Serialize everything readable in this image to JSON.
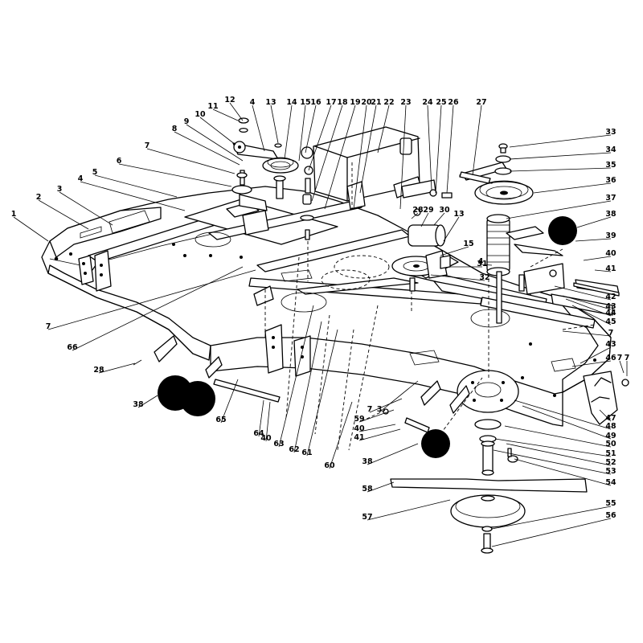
{
  "callouts": [
    {
      "text": "1"
    },
    {
      "text": "2"
    },
    {
      "text": "3"
    },
    {
      "text": "4"
    },
    {
      "text": "5"
    },
    {
      "text": "6"
    },
    {
      "text": "7"
    },
    {
      "text": "8"
    },
    {
      "text": "9"
    },
    {
      "text": "10"
    },
    {
      "text": "11"
    },
    {
      "text": "12"
    },
    {
      "text": "4"
    },
    {
      "text": "13"
    },
    {
      "text": "14"
    },
    {
      "text": "15"
    },
    {
      "text": "16"
    },
    {
      "text": "17"
    },
    {
      "text": "18"
    },
    {
      "text": "19"
    },
    {
      "text": "20"
    },
    {
      "text": "21"
    },
    {
      "text": "22"
    },
    {
      "text": "23"
    },
    {
      "text": "24"
    },
    {
      "text": "25"
    },
    {
      "text": "26"
    },
    {
      "text": "27"
    },
    {
      "text": "33"
    },
    {
      "text": "34"
    },
    {
      "text": "35"
    },
    {
      "text": "36"
    },
    {
      "text": "37"
    },
    {
      "text": "38"
    },
    {
      "text": "39"
    },
    {
      "text": "40"
    },
    {
      "text": "41"
    },
    {
      "text": "42"
    },
    {
      "text": "43"
    },
    {
      "text": "44"
    },
    {
      "text": "45"
    },
    {
      "text": "7"
    },
    {
      "text": "43"
    },
    {
      "text": "46"
    },
    {
      "text": "7"
    },
    {
      "text": "47"
    },
    {
      "text": "48"
    },
    {
      "text": "49"
    },
    {
      "text": "50"
    },
    {
      "text": "51"
    },
    {
      "text": "52"
    },
    {
      "text": "53"
    },
    {
      "text": "54"
    },
    {
      "text": "55"
    },
    {
      "text": "56"
    },
    {
      "text": "57"
    },
    {
      "text": "58"
    },
    {
      "text": "38"
    },
    {
      "text": "41"
    },
    {
      "text": "40"
    },
    {
      "text": "59"
    },
    {
      "text": "7"
    },
    {
      "text": "3"
    },
    {
      "text": "60"
    },
    {
      "text": "61"
    },
    {
      "text": "62"
    },
    {
      "text": "63"
    },
    {
      "text": "64"
    },
    {
      "text": "40"
    },
    {
      "text": "65"
    },
    {
      "text": "38"
    },
    {
      "text": "28"
    },
    {
      "text": "66"
    },
    {
      "text": "7"
    },
    {
      "text": "28"
    },
    {
      "text": "29"
    },
    {
      "text": "30"
    },
    {
      "text": "13"
    },
    {
      "text": "15"
    },
    {
      "text": "31"
    },
    {
      "text": "32"
    },
    {
      "text": "4"
    },
    {
      "text": "7"
    }
  ]
}
